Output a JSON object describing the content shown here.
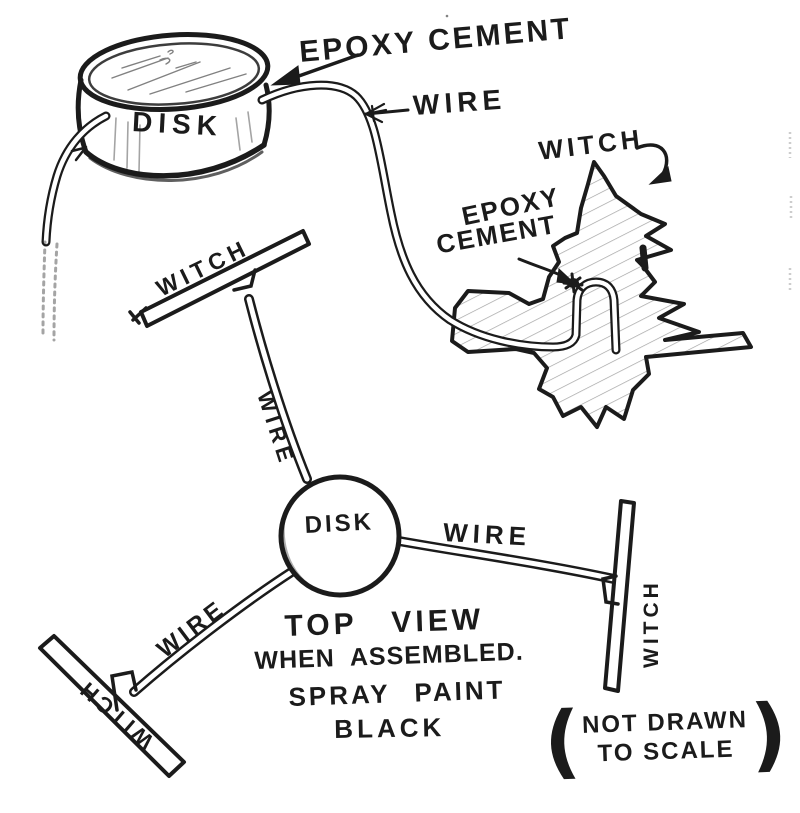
{
  "sketch": {
    "ink_color": "#1b1b1b",
    "paper_color": "#ffffff",
    "description_labels": {
      "disk_side": "DISK",
      "epoxy_top": "EPOXY CEMENT",
      "wire_top": "WIRE",
      "witch_top": "WITCH",
      "epoxy_mid_line1": "EPOXY",
      "epoxy_mid_line2": "CEMENT"
    },
    "top_view": {
      "disk": "DISK",
      "upper_wire": "WIRE",
      "right_wire": "WIRE",
      "lower_wire": "WIRE",
      "upper_witch": "WITCH",
      "right_witch": "WITCH",
      "lower_witch": "WITCH",
      "caption_line1": "TOP VIEW",
      "caption_line2": "WHEN ASSEMBLED.",
      "caption_line3": "SPRAY PAINT",
      "caption_line4": "BLACK"
    },
    "scale_note": {
      "open_paren": "(",
      "line1": "NOT DRAWN",
      "line2": "TO SCALE",
      "close_paren": ")"
    }
  }
}
